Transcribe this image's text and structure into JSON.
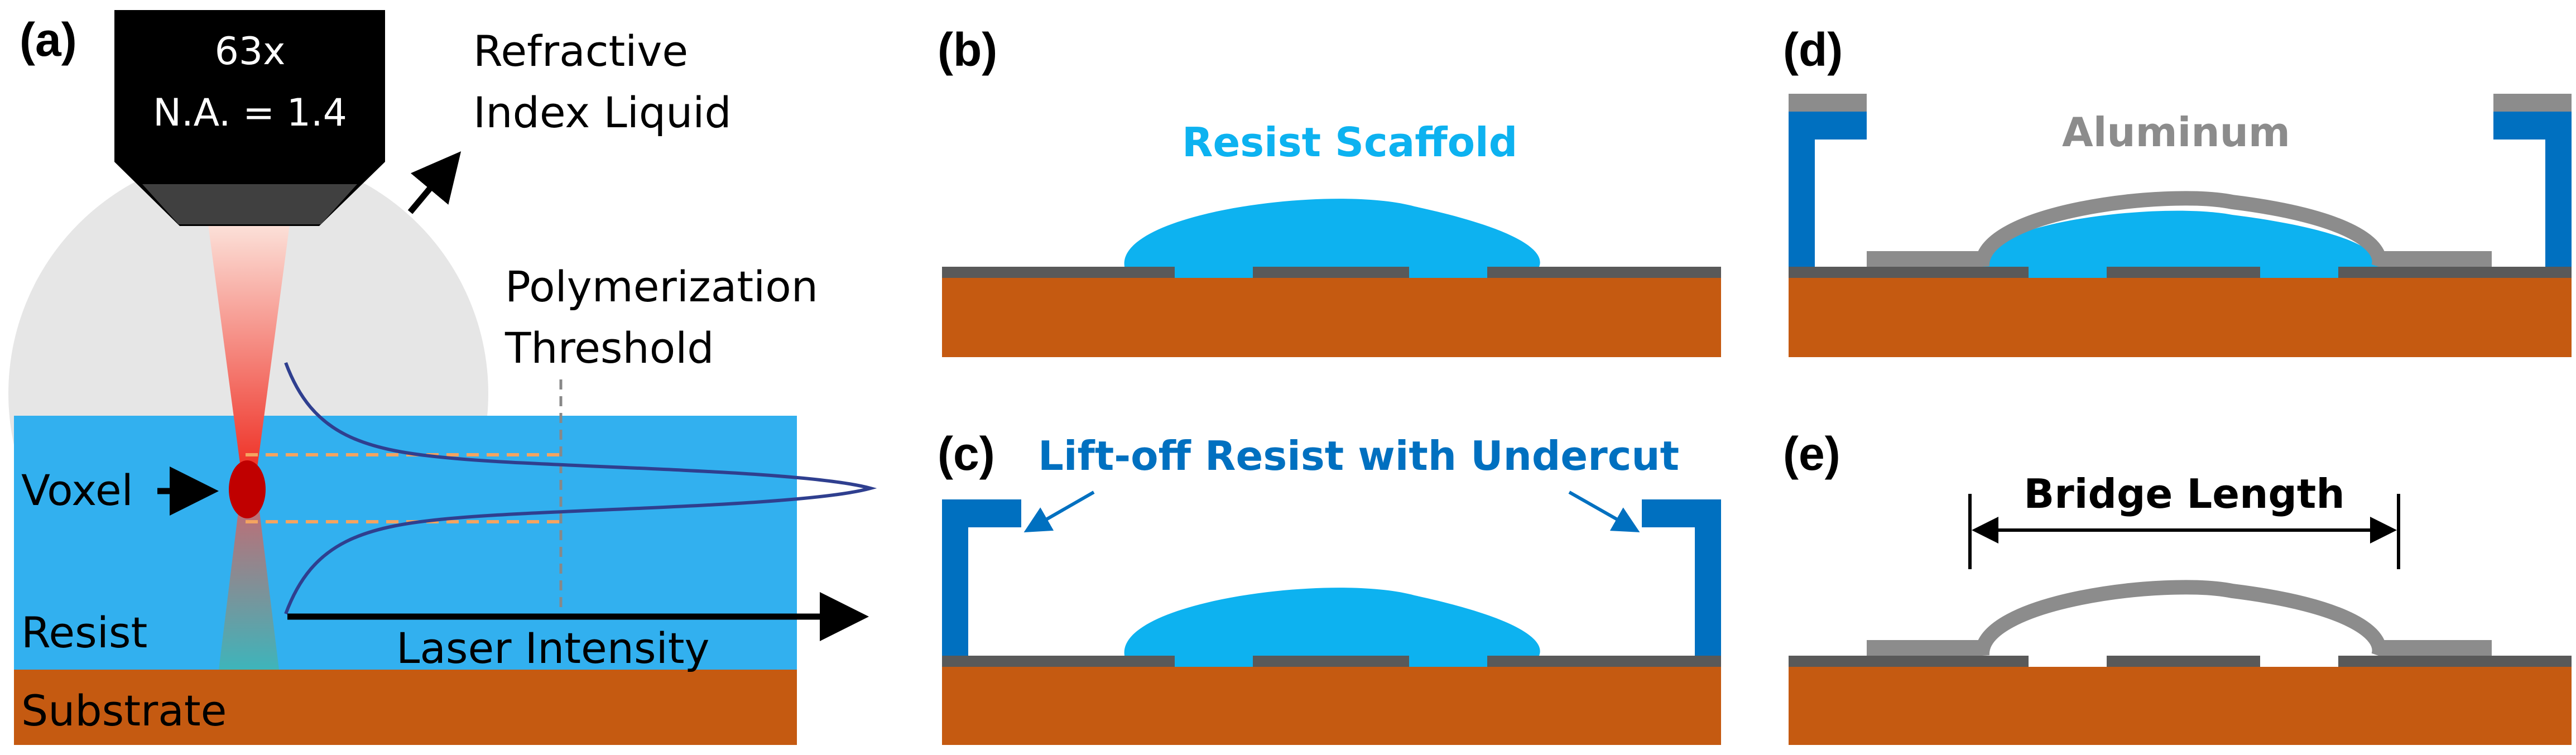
{
  "panels": {
    "a": {
      "label": "(a)",
      "objective_magnification": "63x",
      "objective_na": "N.A. = 1.4",
      "immersion_label_line1": "Refractive",
      "immersion_label_line2": "Index Liquid",
      "threshold_label_line1": "Polymerization",
      "threshold_label_line2": "Threshold",
      "voxel_label": "Voxel",
      "resist_label": "Resist",
      "substrate_label": "Substrate",
      "intensity_axis_label": "Laser Intensity"
    },
    "b": {
      "label": "(b)",
      "scaffold_label": "Resist Scaffold"
    },
    "c": {
      "label": "(c)",
      "liftoff_label": "Lift-off Resist with Undercut"
    },
    "d": {
      "label": "(d)",
      "metal_label": "Aluminum"
    },
    "e": {
      "label": "(e)",
      "bridge_label": "Bridge Length"
    }
  },
  "colors": {
    "substrate": "#C55A11",
    "resist": "#32B0EF",
    "scaffold": "#0DB2F0",
    "liftoff": "#0070C0",
    "aluminum": "#8C8C8C",
    "electrode": "#595959",
    "objective": "#000000",
    "liquid": "#E6E6E6",
    "beam": "#F26B5B",
    "voxel": "#C00000",
    "intensity_curve": "#2F3F8F",
    "threshold_dash": "#F4A460"
  }
}
